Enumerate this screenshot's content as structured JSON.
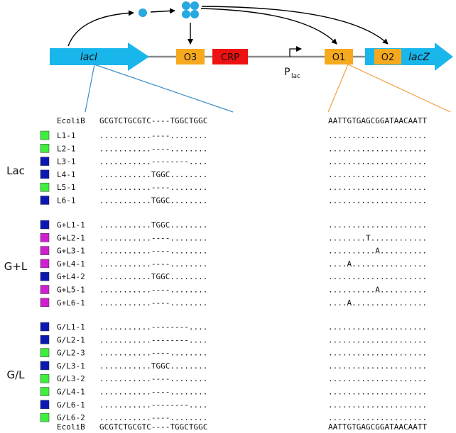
{
  "diagram": {
    "genes": {
      "lacI": "lacI",
      "lacZ": "lacZ"
    },
    "operators": {
      "o3": "O3",
      "o1": "O1",
      "o2": "O2"
    },
    "crp": "CRP",
    "promoter": {
      "main": "P",
      "sub": "lac"
    },
    "colors": {
      "gene": "#19b6ec",
      "operator": "#f7a91e",
      "crp": "#ee1111",
      "backbone": "#888888",
      "lacI_line": "#3b8fc9",
      "lacZ_line": "#f0a040"
    }
  },
  "alignment": {
    "reference": {
      "name": "EcoliB",
      "lacI_seq": "GCGTCTGCGTC----TGGCTGGC",
      "lacZ_seq": "AATTGTGAGCGGATAACAATT"
    },
    "groups": [
      {
        "label": "Lac",
        "rows": [
          {
            "name": "L1-1",
            "color": "green",
            "lacI": "...........----........",
            "lacZ": "....................."
          },
          {
            "name": "L2-1",
            "color": "green",
            "lacI": "...........----........",
            "lacZ": "....................."
          },
          {
            "name": "L3-1",
            "color": "blue",
            "lacI": "...........--------....",
            "lacZ": "....................."
          },
          {
            "name": "L4-1",
            "color": "blue",
            "lacI": "...........TGGC........",
            "lacZ": "....................."
          },
          {
            "name": "L5-1",
            "color": "green",
            "lacI": "...........----........",
            "lacZ": "....................."
          },
          {
            "name": "L6-1",
            "color": "blue",
            "lacI": "...........TGGC........",
            "lacZ": "....................."
          }
        ]
      },
      {
        "label": "G+L",
        "rows": [
          {
            "name": "G+L1-1",
            "color": "blue",
            "lacI": "...........TGGC........",
            "lacZ": "....................."
          },
          {
            "name": "G+L2-1",
            "color": "magenta",
            "lacI": "...........----........",
            "lacZ": "........T............"
          },
          {
            "name": "G+L3-1",
            "color": "magenta",
            "lacI": "...........----........",
            "lacZ": "..........A.........."
          },
          {
            "name": "G+L4-1",
            "color": "magenta",
            "lacI": "...........----........",
            "lacZ": "....A................"
          },
          {
            "name": "G+L4-2",
            "color": "blue",
            "lacI": "...........TGGC........",
            "lacZ": "....................."
          },
          {
            "name": "G+L5-1",
            "color": "magenta",
            "lacI": "...........----........",
            "lacZ": "..........A.........."
          },
          {
            "name": "G+L6-1",
            "color": "magenta",
            "lacI": "...........----........",
            "lacZ": "....A................"
          }
        ]
      },
      {
        "label": "G/L",
        "rows": [
          {
            "name": "G/L1-1",
            "color": "blue",
            "lacI": "...........--------....",
            "lacZ": "....................."
          },
          {
            "name": "G/L2-1",
            "color": "blue",
            "lacI": "...........--------....",
            "lacZ": "....................."
          },
          {
            "name": "G/L2-3",
            "color": "green",
            "lacI": "...........----........",
            "lacZ": "....................."
          },
          {
            "name": "G/L3-1",
            "color": "blue",
            "lacI": "...........TGGC........",
            "lacZ": "....................."
          },
          {
            "name": "G/L3-2",
            "color": "green",
            "lacI": "...........----........",
            "lacZ": "....................."
          },
          {
            "name": "G/L4-1",
            "color": "green",
            "lacI": "...........----........",
            "lacZ": "....................."
          },
          {
            "name": "G/L6-1",
            "color": "blue",
            "lacI": "...........--------....",
            "lacZ": "....................."
          },
          {
            "name": "G/L6-2",
            "color": "green",
            "lacI": "...........----........",
            "lacZ": "....................."
          }
        ]
      }
    ],
    "swatch_colors": {
      "green": "#3cf03c",
      "blue": "#0c18b4",
      "magenta": "#d01fd0"
    }
  }
}
